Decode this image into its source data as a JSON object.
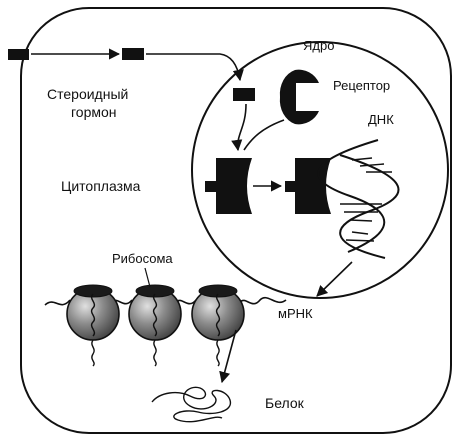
{
  "labels": {
    "nucleus": "Ядро",
    "receptor": "Рецептор",
    "dna": "ДНК",
    "hormone_line1": "Стероидный",
    "hormone_line2": "гормон",
    "cytoplasm": "Цитоплазма",
    "ribosome": "Рибосома",
    "mrna": "мРНК",
    "protein": "Белок"
  },
  "colors": {
    "ink": "#111111",
    "ribosome_fill": "#8a8a8a",
    "ribosome_highlight": "#d2d2d2",
    "background": "#ffffff"
  }
}
